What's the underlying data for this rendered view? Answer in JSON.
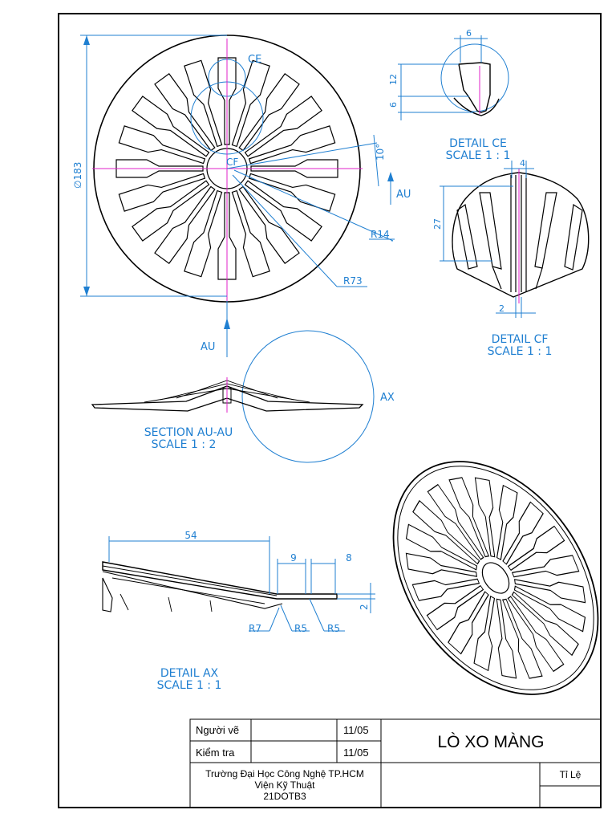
{
  "colors": {
    "annotation": "#1f7fd1",
    "centerline": "#e020c8",
    "geometry": "#000000"
  },
  "views": {
    "main": {
      "label_ce": "CE",
      "label_cf": "CF",
      "dia": "∅183",
      "r14": "R14",
      "r73": "R73",
      "angle": "10°",
      "au_right": "AU",
      "au_bottom": "AU"
    },
    "detail_ce": {
      "dim_top": "6",
      "dim_12": "12",
      "dim_6": "6",
      "title": "DETAIL CE",
      "scale": "SCALE 1 : 1"
    },
    "detail_cf": {
      "dim_4": "4",
      "dim_27": "27",
      "dim_2": "2",
      "title": "DETAIL CF",
      "scale": "SCALE 1 : 1"
    },
    "section": {
      "label_ax": "AX",
      "title": "SECTION AU-AU",
      "scale": "SCALE 1 : 2"
    },
    "detail_ax": {
      "dim_54": "54",
      "dim_9": "9",
      "dim_8": "8",
      "dim_2": "2",
      "r7": "R7",
      "r5a": "R5",
      "r5b": "R5",
      "title": "DETAIL AX",
      "scale": "SCALE 1 : 1"
    }
  },
  "title_block": {
    "drawn_label": "Người vẽ",
    "drawn_date": "11/05",
    "checked_label": "Kiểm tra",
    "checked_date": "11/05",
    "part_name": "LÒ XO MÀNG",
    "school": "Trường Đại Học Công Nghệ TP.HCM",
    "institute": "Viện Kỹ Thuật",
    "class_code": "21DOTB3",
    "scale_label": "Tỉ Lệ"
  }
}
